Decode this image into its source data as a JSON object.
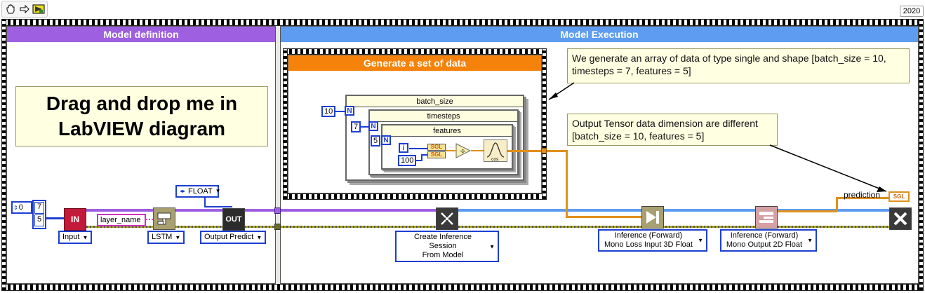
{
  "toolbar": {
    "run_icon": "hand-icon",
    "step_icon": "arrow-icon",
    "debug_icon": "run-highlight-icon",
    "version": "2020"
  },
  "frames": {
    "model_definition": {
      "title": "Model definition",
      "color": "#9e5fe0"
    },
    "model_execution": {
      "title": "Model Execution",
      "color": "#5d9cf0"
    },
    "generate_data": {
      "title": "Generate a set of data",
      "color": "#f5820a"
    }
  },
  "drag_note": "Drag and drop me in LabVIEW diagram",
  "notes": {
    "array_note": "We generate an array of data of type single and shape [batch_size = 10, timesteps = 7, features = 5]",
    "output_note_line1": "Output Tensor data dimension are different",
    "output_note_line2": "[batch_size = 10, features = 5]"
  },
  "loops": {
    "outer": "batch_size",
    "middle": "timesteps",
    "inner": "features",
    "count_terminal": "N",
    "iteration_terminal": "i"
  },
  "constants": {
    "batch_size": "10",
    "timesteps": "7",
    "features": "5",
    "divisor": "100",
    "array_index": "0",
    "array_values": [
      "7",
      "5"
    ],
    "sgl_cast": "SGL",
    "layer_name": "layer_name",
    "float_type": "FLOAT",
    "prediction_label": "prediction",
    "prediction_indicator": "SGL"
  },
  "vis": {
    "input": {
      "glyph": "IN",
      "label": "Input"
    },
    "lstm": {
      "label": "LSTM"
    },
    "output_predict": {
      "glyph": "OUT",
      "label": "Output Predict"
    },
    "create_session": {
      "label_line1": "Create Inference Session",
      "label_line2": "From Model"
    },
    "inference_3d": {
      "label_line1": "Inference (Forward)",
      "label_line2": "Mono Loss Input 3D Float"
    },
    "inference_2d": {
      "label_line1": "Inference (Forward)",
      "label_line2": "Mono Output 2D Float"
    }
  },
  "colors": {
    "purple_wire": "#9e5fe0",
    "blue_wire": "#5d9cf0",
    "orange_wire": "#e0901c",
    "error_wire": "#a8a820",
    "numeric_blue": "#1d3fd0"
  }
}
